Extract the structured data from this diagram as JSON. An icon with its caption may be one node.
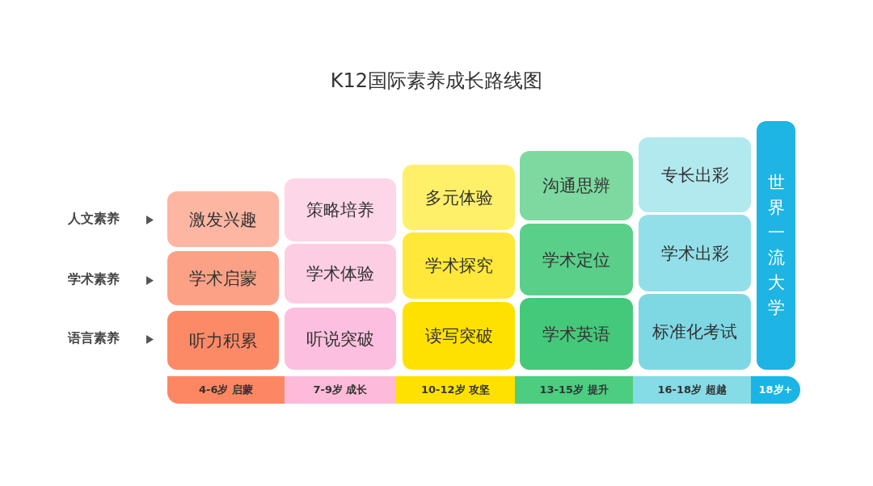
{
  "diagram": {
    "title": "K12国际素养成长路线图",
    "nodes": [
      {
        "text": [
          "激发兴趣"
        ]
      },
      {
        "text": [
          "学术启蒙"
        ]
      },
      {
        "text": [
          "听力积累"
        ]
      },
      {
        "text": [
          "策略培养"
        ]
      },
      {
        "text": [
          "学术体验"
        ]
      },
      {
        "text": [
          "听说突破"
        ]
      },
      {
        "text": [
          "多元体验"
        ]
      },
      {
        "text": [
          "学术探究"
        ]
      },
      {
        "text": [
          "读写突破"
        ]
      },
      {
        "text": [
          "沟通思辨"
        ]
      },
      {
        "text": [
          "学术定位"
        ]
      },
      {
        "text": [
          "学术英语"
        ]
      },
      {
        "text": [
          "专长出彩"
        ]
      },
      {
        "text": [
          "学术出彩"
        ]
      },
      {
        "text": [
          "标准化考试"
        ]
      },
      {
        "text": [
          "世界一流大学"
        ]
      },
      {
        "text": [
          "4-6岁 启蒙"
        ]
      },
      {
        "text": [
          "7-9岁 成长"
        ]
      },
      {
        "text": [
          "10-12岁 攻坚"
        ]
      },
      {
        "text": [
          "13-15岁 提升"
        ]
      },
      {
        "text": [
          "16-18岁 超越"
        ]
      },
      {
        "text": [
          "18岁+"
        ]
      }
    ],
    "labels": [
      "人文素养",
      "学术素养",
      "语言素养"
    ]
  }
}
